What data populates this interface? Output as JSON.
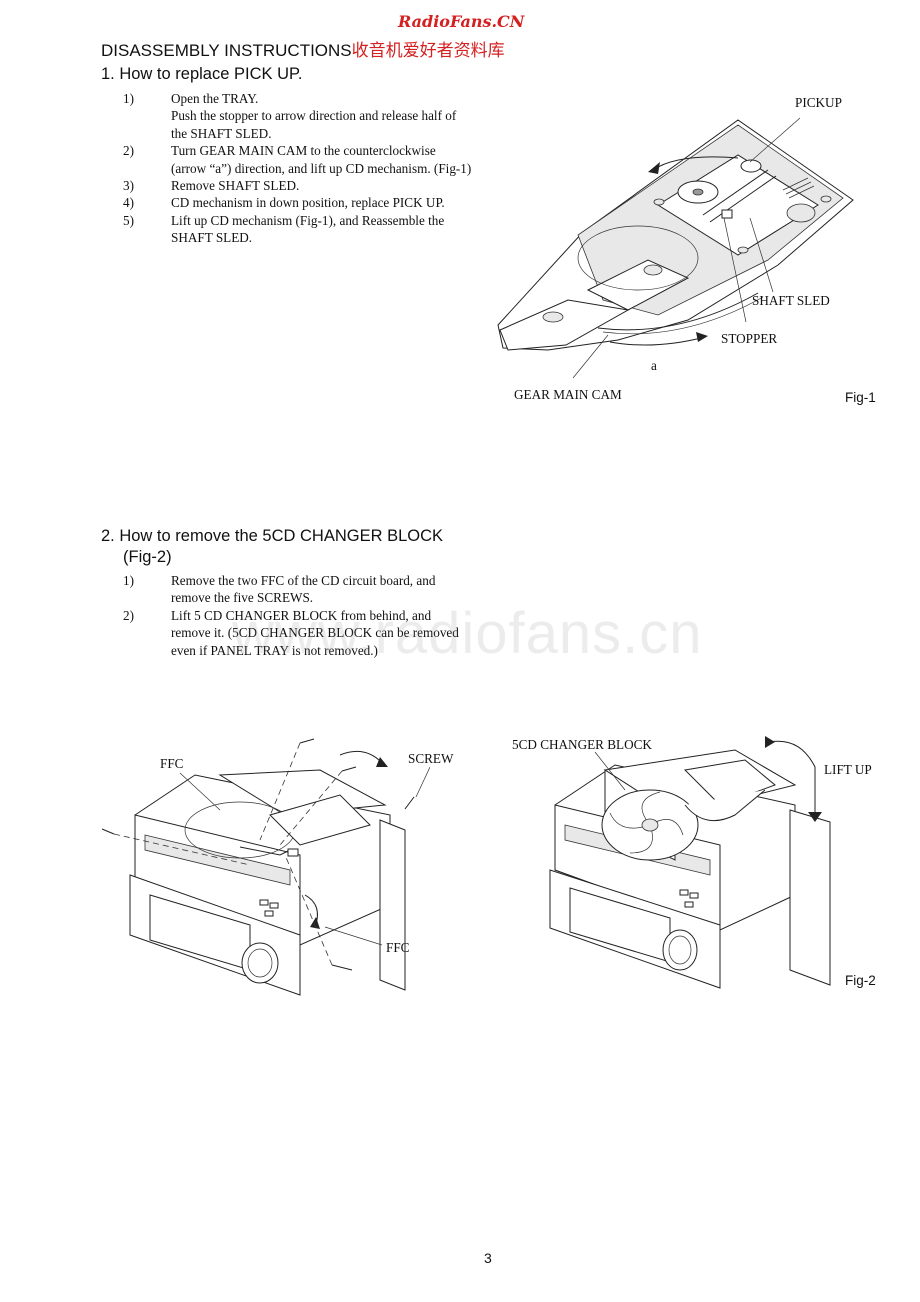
{
  "watermark_top": "RadioFans.CN",
  "heading": {
    "en": "DISASSEMBLY INSTRUCTIONS",
    "cn": "收音机爱好者资料库"
  },
  "section1": {
    "title": "1.  How to replace PICK UP.",
    "steps": [
      {
        "num": "1)",
        "text": "Open the TRAY."
      },
      {
        "num": "",
        "text": "Push the stopper to arrow direction and release half of"
      },
      {
        "num": "",
        "text": "the SHAFT SLED."
      },
      {
        "num": "2)",
        "text": "Turn GEAR MAIN CAM to the counterclockwise"
      },
      {
        "num": "",
        "text": "(arrow “a”) direction, and lift up CD mechanism. (Fig-1)"
      },
      {
        "num": "3)",
        "text": "Remove SHAFT SLED."
      },
      {
        "num": "4)",
        "text": "CD mechanism in down position, replace PICK UP."
      },
      {
        "num": "5)",
        "text": "Lift up CD mechanism (Fig-1), and Reassemble the"
      },
      {
        "num": "",
        "text": "SHAFT SLED."
      }
    ],
    "figure": {
      "labels": {
        "pickup": "PICKUP",
        "shaft_sled": "SHAFT SLED",
        "stopper": "STOPPER",
        "arrow_a": "a",
        "gear_main_cam": "GEAR MAIN CAM"
      },
      "caption": "Fig-1"
    }
  },
  "section2": {
    "title_line1": "2.  How to remove the 5CD CHANGER BLOCK",
    "title_line2": "(Fig-2)",
    "steps": [
      {
        "num": "1)",
        "text": "Remove the two FFC of the CD circuit board, and"
      },
      {
        "num": "",
        "text": "remove the five SCREWS."
      },
      {
        "num": "2)",
        "text": "Lift 5 CD CHANGER BLOCK from behind, and"
      },
      {
        "num": "",
        "text": "remove it. (5CD CHANGER BLOCK can be removed"
      },
      {
        "num": "",
        "text": "even if PANEL TRAY is not removed.)"
      }
    ],
    "figure": {
      "labels": {
        "ffc_top": "FFC",
        "screw": "SCREW",
        "ffc_bottom": "FFC",
        "changer_block": "5CD CHANGER BLOCK",
        "lift_up": "LIFT UP"
      },
      "caption": "Fig-2"
    }
  },
  "watermark_center": "www.radiofans.cn",
  "page_number": "3"
}
